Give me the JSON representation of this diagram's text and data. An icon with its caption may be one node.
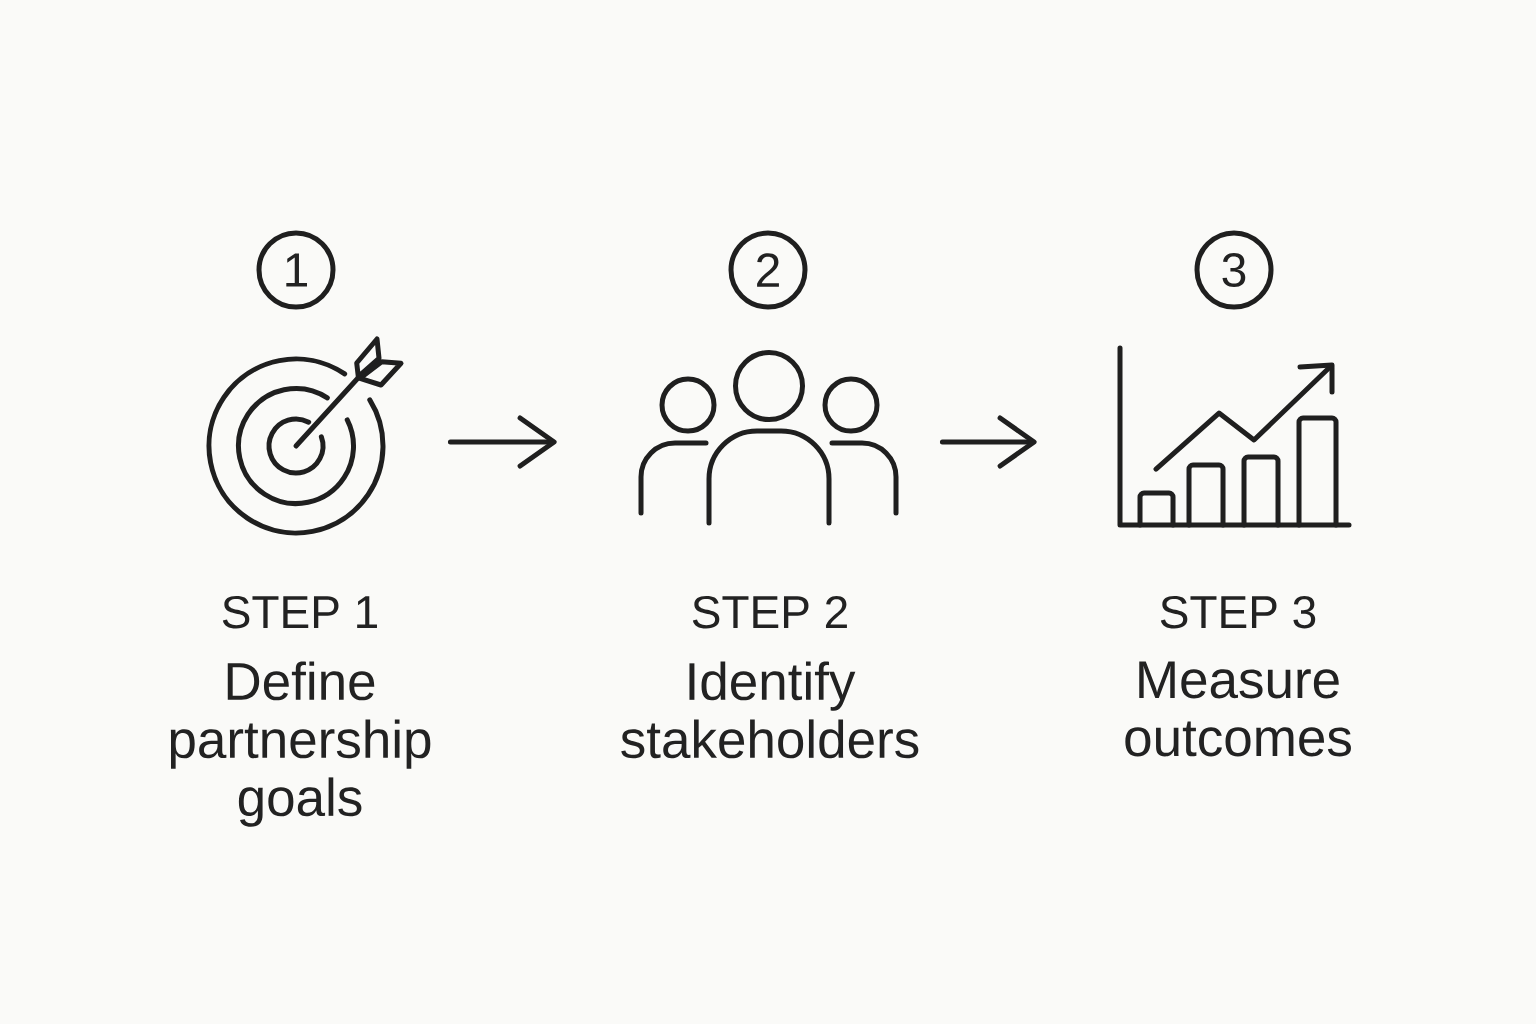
{
  "diagram": {
    "nodes": [
      {
        "text": [
          "1"
        ]
      },
      {
        "text": [
          "2"
        ]
      },
      {
        "text": [
          "3"
        ]
      },
      {
        "text": [],
        "shape": "picture",
        "beside": [
          "STEP 1",
          "Define partnership goals"
        ]
      },
      {
        "text": [],
        "shape": "picture",
        "beside": [
          "STEP 2",
          "Identify stakeholders"
        ]
      },
      {
        "text": [],
        "shape": "picture",
        "beside": [
          "STEP 3",
          "Measure outcomes"
        ]
      }
    ],
    "edges": [
      {
        "from": 3,
        "to": 4,
        "arrow": "to"
      },
      {
        "from": 4,
        "to": 5,
        "arrow": "to"
      }
    ]
  }
}
